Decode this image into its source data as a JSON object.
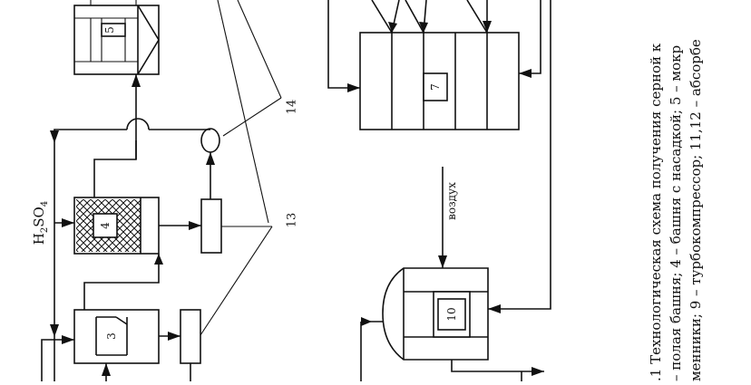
{
  "diagram": {
    "acid_label": {
      "main": "H",
      "sub1": "2",
      "mid": "SO",
      "sub2": "4"
    },
    "air_label": "воздух",
    "nodes": {
      "n3": "3",
      "n4": "4",
      "n5": "5",
      "n7": "7",
      "n10": "10",
      "n13": "13",
      "n14": "14"
    },
    "caption": [
      ".1 Технологическая схема получения серной к",
      "– полая башня; 4 – башня с насадкой; 5 – мокр",
      "менники; 9 – турбокомпрессор; 11,12 – абсорбе"
    ]
  }
}
